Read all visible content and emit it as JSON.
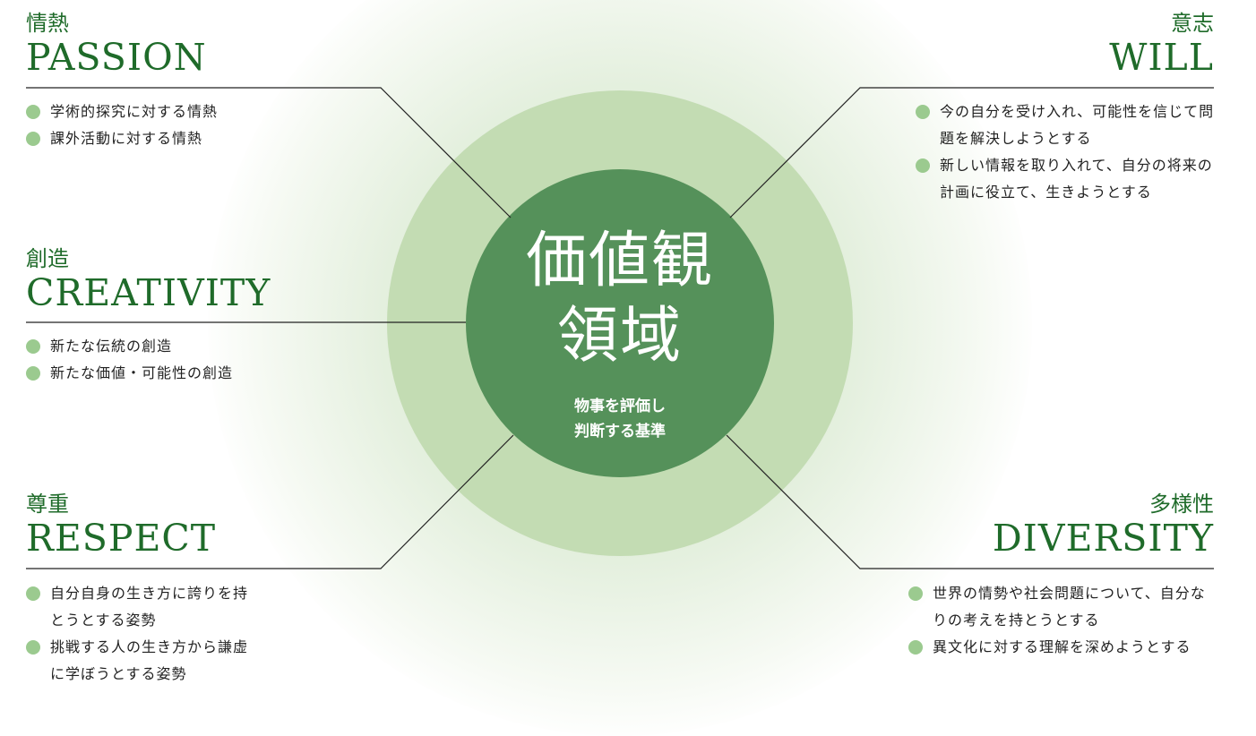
{
  "colors": {
    "heading": "#1f6b2a",
    "core": "#55915a",
    "ring": "#c3dcb3",
    "bullet": "#9bca8f",
    "line": "#222222"
  },
  "center": {
    "title_line1": "価値観",
    "title_line2": "領域",
    "sub_line1": "物事を評価し",
    "sub_line2": "判断する基準"
  },
  "passion": {
    "jp": "情熱",
    "en": "PASSION",
    "items": [
      "学術的探究に対する情熱",
      "課外活動に対する情熱"
    ]
  },
  "creativity": {
    "jp": "創造",
    "en": "CREATIVITY",
    "items": [
      "新たな伝統の創造",
      "新たな価値・可能性の創造"
    ]
  },
  "respect": {
    "jp": "尊重",
    "en": "RESPECT",
    "items": [
      "自分自身の生き方に誇りを持とうとする姿勢",
      "挑戦する人の生き方から謙虚に学ぼうとする姿勢"
    ]
  },
  "will": {
    "jp": "意志",
    "en": "WILL",
    "items": [
      "今の自分を受け入れ、可能性を信じて問題を解決しようとする",
      "新しい情報を取り入れて、自分の将来の計画に役立て、生きようとする"
    ]
  },
  "diversity": {
    "jp": "多様性",
    "en": "DIVERSITY",
    "items": [
      "世界の情勢や社会問題について、自分なりの考えを持とうとする",
      "異文化に対する理解を深めようとする"
    ]
  }
}
